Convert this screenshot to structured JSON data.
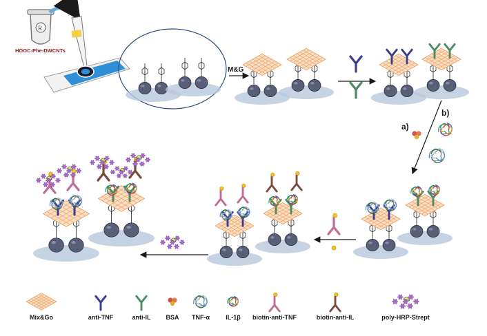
{
  "colors": {
    "electrode_blue": "#2f8fd8",
    "electrode_white": "#f2f2f2",
    "mixgo_orange": "#f0a060",
    "anti_tnf": "#3c3c8c",
    "anti_il": "#4e8a62",
    "bsa": "#d2504a",
    "biotin_anti_tnf": "#c06a96",
    "biotin_anti_il": "#7a4a3a",
    "biotin": "#f4c21c",
    "poly_hrp": "#a86cc8",
    "strept": "#e8e0a0",
    "bead": "#5a5f78",
    "ellipse": "#b8c8dc",
    "arrow": "#1a1a1a",
    "tube_label": "#8b1a1a"
  },
  "labels": {
    "tube": "HOOC-Phe-DWCNTs",
    "step_mg": "M&G",
    "step_a": "a)",
    "step_b": "b)"
  },
  "legend": [
    {
      "key": "mixgo",
      "label": "Mix&Go"
    },
    {
      "key": "anti_tnf",
      "label": "anti-TNF"
    },
    {
      "key": "anti_il",
      "label": "anti-IL"
    },
    {
      "key": "bsa",
      "label": "BSA"
    },
    {
      "key": "tnf_alpha",
      "label": "TNF-α"
    },
    {
      "key": "il_1b",
      "label": "IL-1β"
    },
    {
      "key": "biotin_anti_tnf",
      "label": "biotin-anti-TNF"
    },
    {
      "key": "biotin_anti_il",
      "label": "biotin-anti-IL"
    },
    {
      "key": "poly_hrp_strept",
      "label": "poly-HRP-Strept"
    }
  ]
}
